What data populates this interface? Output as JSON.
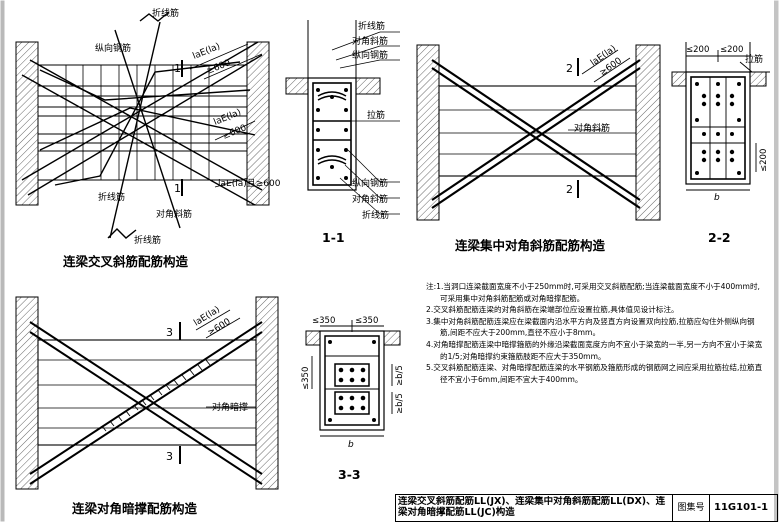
{
  "figures": {
    "cross_diagonal": {
      "title": "连梁交叉斜筋配筋构造",
      "labels": {
        "bent_bar_top": "折线筋",
        "longitudinal_bar": "纵向钢筋",
        "anchor_1": "laE(la)",
        "anchor_1_limit": "≥600",
        "anchor_2": "laE(la)",
        "anchor_2_limit": "≥600",
        "anchor_3": "laE(la)且≥600",
        "bent_bar_mid": "折线筋",
        "diagonal_bar": "对角斜筋",
        "bent_bar_bottom": "折线筋",
        "section_mark_top": "1",
        "section_mark_bottom": "1"
      }
    },
    "section_1_1": {
      "title": "1-1",
      "labels": [
        "折线筋",
        "对角斜筋",
        "纵向钢筋",
        "拉筋",
        "纵向钢筋",
        "对角斜筋",
        "折线筋"
      ]
    },
    "concentrated_diagonal": {
      "title": "连梁集中对角斜筋配筋构造",
      "labels": {
        "anchor": "laE(la)",
        "anchor_limit": "≥600",
        "diagonal_bar": "对角斜筋",
        "section_mark_top": "2",
        "section_mark_bottom": "2"
      }
    },
    "section_2_2": {
      "title": "2-2",
      "dim_top_left": "≤200",
      "dim_top_right": "≤200",
      "dim_side": "≤200",
      "tie_label": "拉筋",
      "width_label": "b"
    },
    "diagonal_strut": {
      "title": "连梁对角暗撑配筋构造",
      "labels": {
        "anchor": "laE(la)",
        "anchor_limit": "≥600",
        "strut_label": "对角暗撑",
        "section_mark_top": "3",
        "section_mark_bottom": "3"
      }
    },
    "section_3_3": {
      "title": "3-3",
      "dim_top_left": "≤350",
      "dim_top_right": "≤350",
      "dim_side_left": "≤350",
      "dim_side_right_1": "≥b/5",
      "dim_side_right_2": "≥b/5",
      "width_label": "b"
    }
  },
  "notes": [
    "注:1.当洞口连梁截面宽度不小于250mm时,可采用交叉斜筋配筋;当连梁截面宽度不小于400mm时,可采用集中对角斜筋配筋或对角暗撑配筋。",
    "2.交叉斜筋配筋连梁的对角斜筋在梁端部位应设置拉筋,具体值见设计标注。",
    "3.集中对角斜筋配筋连梁应在梁截面内沿水平方向及竖直方向设置双向拉筋,拉筋应勾住外侧纵向钢筋,间距不应大于200mm,直径不应小于8mm。",
    "4.对角暗撑配筋连梁中暗撑箍筋的外缘沿梁截面宽度方向不宜小于梁宽的一半,另一方向不宜小于梁宽的1/5;对角暗撑约束箍筋肢距不应大于350mm。",
    "5.交叉斜筋配筋连梁、对角暗撑配筋连梁的水平钢筋及箍筋形成的钢筋网之间应采用拉筋拉结,拉筋直径不宜小于6mm,间距不宜大于400mm。"
  ],
  "title_block": {
    "main": "连梁交叉斜筋配筋LL(JX)、连梁集中对角斜筋配筋LL(DX)、连梁对角暗撑配筋LL(JC)构造",
    "atlas_key": "图集号",
    "atlas_no": "11G101-1"
  }
}
